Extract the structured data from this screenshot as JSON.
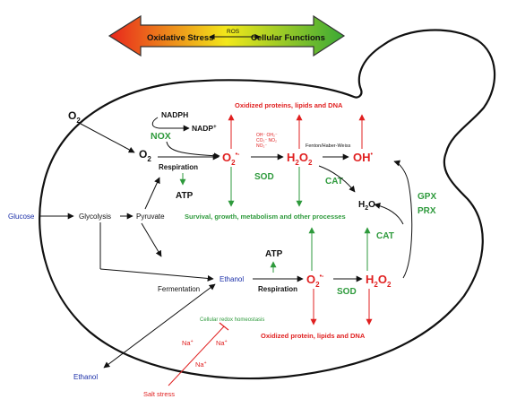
{
  "banner": {
    "left_label": "Oxidative Stress",
    "center_label": "ROS",
    "right_label": "Cellular Functions",
    "colors": {
      "left": "#e8261c",
      "right": "#3aa935"
    }
  },
  "colors": {
    "red": "#e02020",
    "green": "#2e9a3c",
    "blue": "#1a2ea8",
    "black": "#111111"
  },
  "outside": {
    "o2": "O",
    "o2_sub": "2",
    "glucose": "Glucose",
    "ethanol_out": "Ethanol",
    "salt_stress": "Salt stress"
  },
  "nox": {
    "nadph": "NADPH",
    "nadp_plus": "NADP",
    "nadp_sup": "+",
    "nox": "NOX"
  },
  "upper": {
    "o2": "O",
    "o2_sub": "2",
    "respiration": "Respiration",
    "atp": "ATP",
    "superoxide": "O",
    "superoxide_sub": "2",
    "superoxide_sup": "•-",
    "h2o2_h": "H",
    "h2o2_sub1": "2",
    "h2o2_o": "O",
    "h2o2_sub2": "2",
    "oh": "OH",
    "oh_sup": "•",
    "sod": "SOD",
    "cat": "CAT",
    "fenton": "Fenton/Haber-Weiss",
    "oxidized": "Oxidized proteins, lipids and DNA",
    "survival": "Survival, growth, metabolism and other processes",
    "small_species": [
      "OH⁻ OH₂⁻",
      "CO₂⁻ NO₂",
      "NO₂⁻"
    ]
  },
  "metabolism": {
    "glycolysis": "Glycolysis",
    "pyruvate": "Pyruvate",
    "fermentation": "Fermentation",
    "ethanol_in": "Ethanol"
  },
  "lower": {
    "atp": "ATP",
    "respiration": "Respiration",
    "superoxide": "O",
    "superoxide_sub": "2",
    "superoxide_sup": "•-",
    "h2o2_h": "H",
    "h2o2_sub1": "2",
    "h2o2_o": "O",
    "h2o2_sub2": "2",
    "sod": "SOD",
    "cat": "CAT",
    "oxidized": "Oxidized protein, lipids and DNA"
  },
  "water": {
    "h": "H",
    "sub": "2",
    "o": "O"
  },
  "gpx": "GPX",
  "prx": "PRX",
  "redox": {
    "homeostasis": "Cellular redox homeostasis",
    "na": "Na",
    "na_sup": "+"
  }
}
